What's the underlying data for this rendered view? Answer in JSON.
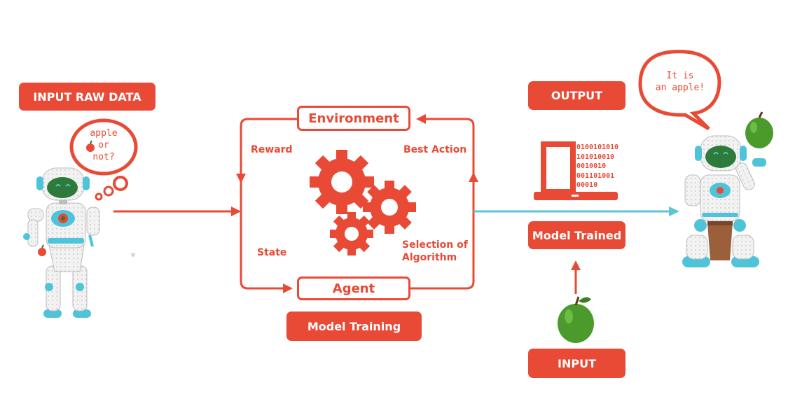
{
  "labels": {
    "input_raw_data": "INPUT RAW DATA",
    "environment": "Environment",
    "agent": "Agent",
    "model_training": "Model Training",
    "reward": "Reward",
    "best_action": "Best Action",
    "state": "State",
    "selection_line1": "Selection of",
    "selection_line2": "Algorithm",
    "output": "OUTPUT",
    "model_trained": "Model Trained",
    "input": "INPUT"
  },
  "bubbles": {
    "left": [
      "apple",
      "or",
      "not?"
    ],
    "right": [
      "It is",
      "an apple!"
    ]
  },
  "binary": [
    "0100101010",
    "101010010",
    "0010010",
    "001101001",
    "00010"
  ],
  "colors": {
    "accent": "#e84a36",
    "flow_line": "#5cc4d4",
    "apple_green": "#4a9a2c",
    "robot_teal": "#4ec3d9",
    "robot_face": "#2e7a3a"
  }
}
